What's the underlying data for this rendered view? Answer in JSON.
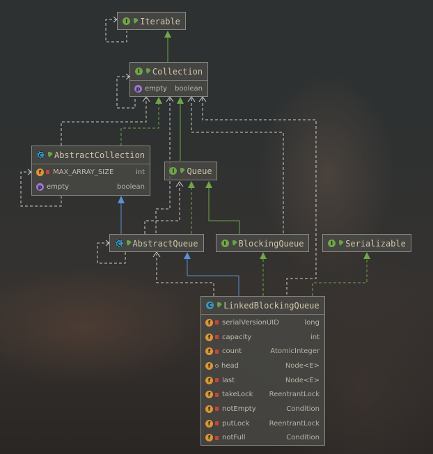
{
  "diagram": {
    "iterable": {
      "name": "Iterable",
      "kind": "interface"
    },
    "collection": {
      "name": "Collection",
      "kind": "interface",
      "properties": [
        {
          "name": "empty",
          "type": "boolean"
        }
      ]
    },
    "abstract_collection": {
      "name": "AbstractCollection",
      "kind": "abstract-class",
      "fields": [
        {
          "name": "MAX_ARRAY_SIZE",
          "type": "int",
          "access": "private"
        }
      ],
      "properties": [
        {
          "name": "empty",
          "type": "boolean"
        }
      ]
    },
    "queue": {
      "name": "Queue",
      "kind": "interface"
    },
    "abstract_queue": {
      "name": "AbstractQueue",
      "kind": "abstract-class"
    },
    "blocking_queue": {
      "name": "BlockingQueue",
      "kind": "interface"
    },
    "serializable": {
      "name": "Serializable",
      "kind": "interface"
    },
    "linked_blocking_queue": {
      "name": "LinkedBlockingQueue",
      "kind": "class",
      "fields": [
        {
          "name": "serialVersionUID",
          "type": "long",
          "access": "private"
        },
        {
          "name": "capacity",
          "type": "int",
          "access": "private"
        },
        {
          "name": "count",
          "type": "AtomicInteger",
          "access": "private"
        },
        {
          "name": "head",
          "type": "Node<E>",
          "access": "package"
        },
        {
          "name": "last",
          "type": "Node<E>",
          "access": "private"
        },
        {
          "name": "takeLock",
          "type": "ReentrantLock",
          "access": "private"
        },
        {
          "name": "notEmpty",
          "type": "Condition",
          "access": "private"
        },
        {
          "name": "putLock",
          "type": "ReentrantLock",
          "access": "private"
        },
        {
          "name": "notFull",
          "type": "Condition",
          "access": "private"
        }
      ]
    }
  },
  "colors": {
    "extends_interface": "#6fa64a",
    "extends_class": "#5b8fd6",
    "dashed_relation": "#d8d8d8"
  }
}
